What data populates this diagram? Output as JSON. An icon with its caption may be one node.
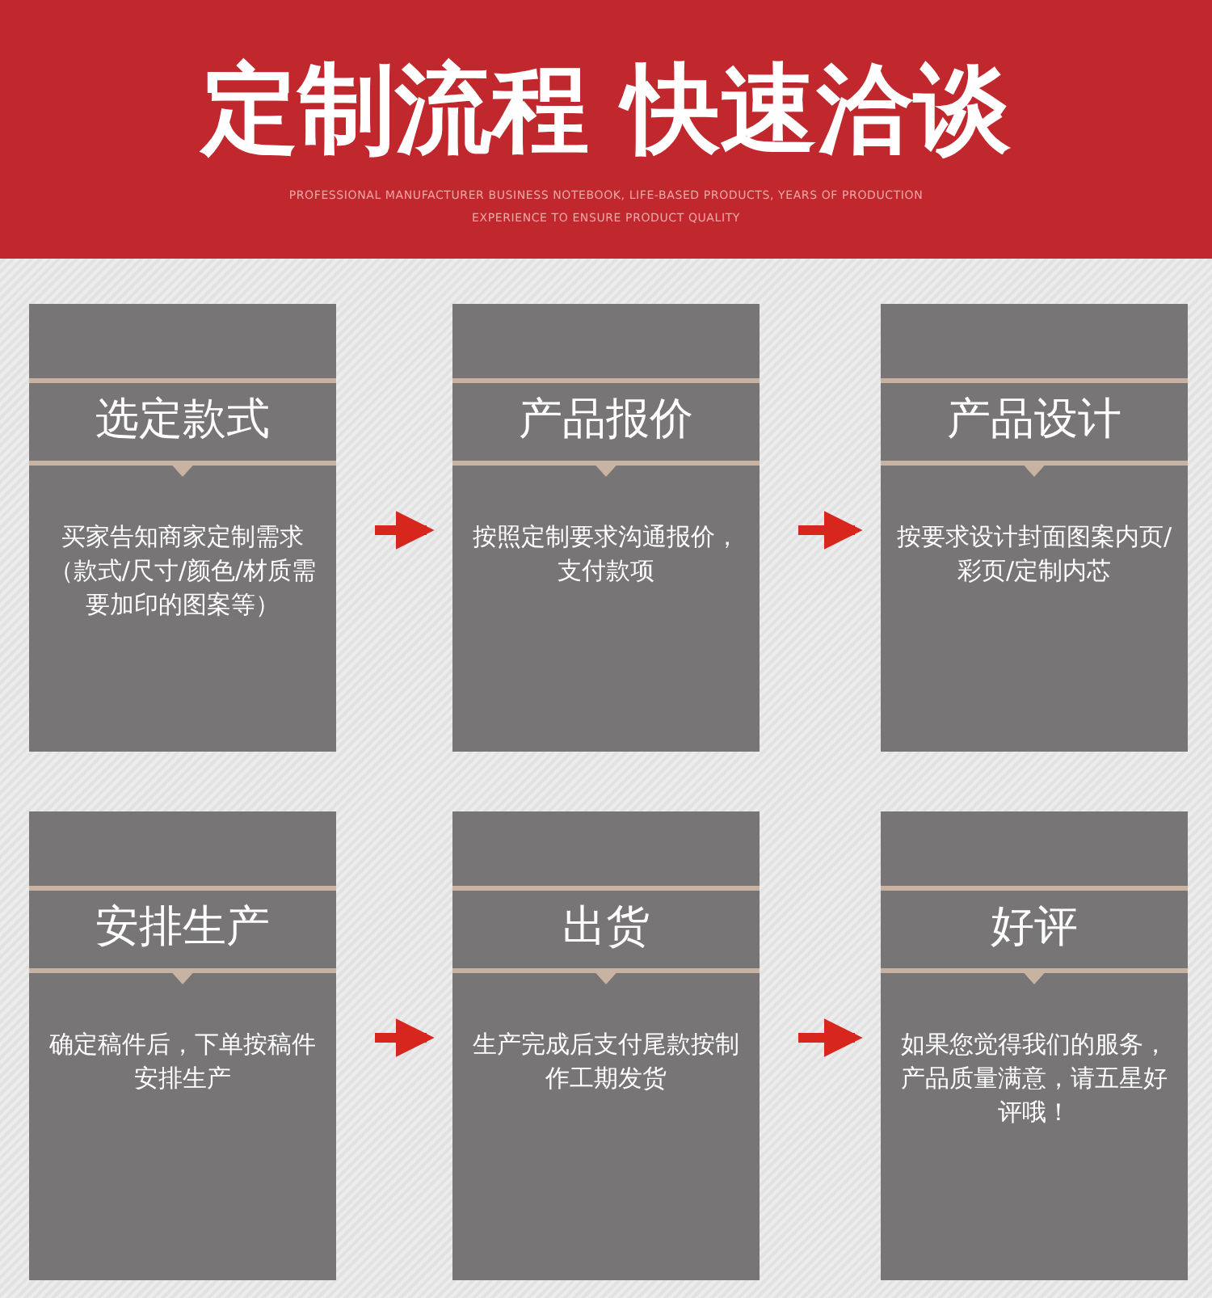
{
  "diagram": {
    "title": "定制流程 快速洽谈",
    "nodes": [
      {
        "text": [
          "选定款式",
          "买家告知商家定制需求（款式/尺寸/颜色/材质需要加印的图案等）"
        ]
      },
      {
        "text": [
          "产品报价",
          "按照定制要求沟通报价，支付款项"
        ]
      },
      {
        "text": [
          "产品设计",
          "按要求设计封面图案内页/彩页/定制内芯"
        ]
      },
      {
        "text": [
          "安排生产",
          "确定稿件后，下单按稿件安排生产"
        ]
      },
      {
        "text": [
          "出货",
          "生产完成后支付尾款按制作工期发货"
        ]
      },
      {
        "text": [
          "好评",
          "如果您觉得我们的服务，产品质量满意，请五星好评哦！"
        ]
      }
    ],
    "edges": [
      {
        "from": 0,
        "to": 1,
        "arrow": "to"
      },
      {
        "from": 1,
        "to": 2,
        "arrow": "to"
      },
      {
        "from": 3,
        "to": 4,
        "arrow": "to"
      },
      {
        "from": 4,
        "to": 5,
        "arrow": "to"
      }
    ],
    "labels": [
      "PROFESSIONAL MANUFACTURER BUSINESS NOTEBOOK, LIFE-BASED PRODUCTS, YEARS OF PRODUCTION EXPERIENCE TO ENSURE PRODUCT QUALITY"
    ]
  }
}
